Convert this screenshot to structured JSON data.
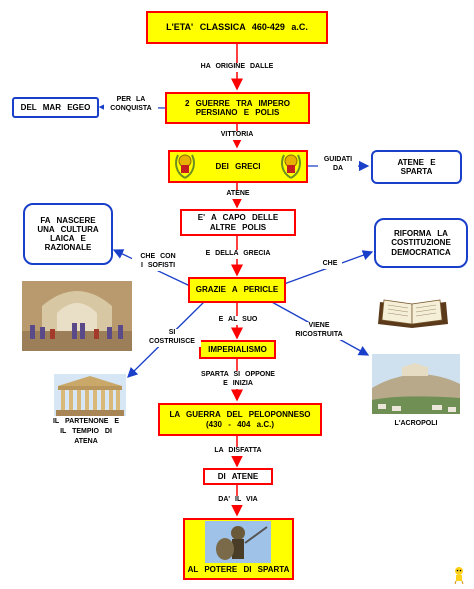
{
  "nodes": {
    "title": "L'ETA'    CLASSICA     460-429   a.C.",
    "guerre_line1": "2   GUERRE   TRA   IMPERO",
    "guerre_line2": "PERSIANO   E   POLIS",
    "greci": "DEI   GRECI",
    "capo_line1": "E'  A  CAPO   DELLE",
    "capo_line2": "ALTRE   POLIS",
    "pericle": "GRAZIE   A   PERICLE",
    "imperialismo": "IMPERIALISMO",
    "guerra_line1": "LA   GUERRA   DEL   PELOPONNESO",
    "guerra_line2": "(430   -   404   a.C.)",
    "atene": "DI   ATENE",
    "sparta_power": "AL   POTERE   DI   SPARTA",
    "mar_egeo": "DEL   MAR   EGEO",
    "atene_sparta_line1": "ATENE   E",
    "atene_sparta_line2": "SPARTA",
    "cultura_line1": "FA   NASCERE",
    "cultura_line2": "UNA   CULTURA",
    "cultura_line3": "LAICA   E",
    "cultura_line4": "RAZIONALE",
    "riforma_line1": "RIFORMA   LA",
    "riforma_line2": "COSTITUZIONE",
    "riforma_line3": "DEMOCRATICA"
  },
  "links": {
    "ha_origine": "HA   ORIGINE   DALLE",
    "per_la_line1": "PER   LA",
    "per_la_line2": "CONQUISTA",
    "vittoria": "VITTORIA",
    "guidati_line1": "GUIDATI",
    "guidati_line2": "DA",
    "atene_link": "ATENE",
    "della_grecia": "E   DELLA   GRECIA",
    "che_con_line1": "CHE   CON",
    "che_con_line2": "I   SOFISTI",
    "che": "CHE",
    "e_al_suo": "E   AL   SUO",
    "si_costruisce_line1": "SI",
    "si_costruisce_line2": "COSTRUISCE",
    "viene_line1": "VIENE",
    "viene_line2": "RICOSTRUITA",
    "sparta_oppone_line1": "SPARTA   SI   OPPONE",
    "sparta_oppone_line2": "E   INIZIA",
    "la_disfatta": "LA   DISFATTA",
    "da_il_via": "DA'   IL   VIA"
  },
  "captions": {
    "partenone_line1": "IL    PARTENONE    E",
    "partenone_line2": "IL   TEMPIO   DI",
    "partenone_line3": "ATENA",
    "acropoli": "L'ACROPOLI"
  },
  "colors": {
    "arrow_red": "#ff0000",
    "arrow_blue": "#1a3fc9",
    "node_fill": "#ffff00",
    "node_border": "#ff0000"
  },
  "icons": [
    "laurel-emblem-icon",
    "open-book-icon",
    "school-of-athens-picture",
    "parthenon-picture",
    "acropolis-picture",
    "spartan-warrior-picture",
    "mascot-icon"
  ]
}
